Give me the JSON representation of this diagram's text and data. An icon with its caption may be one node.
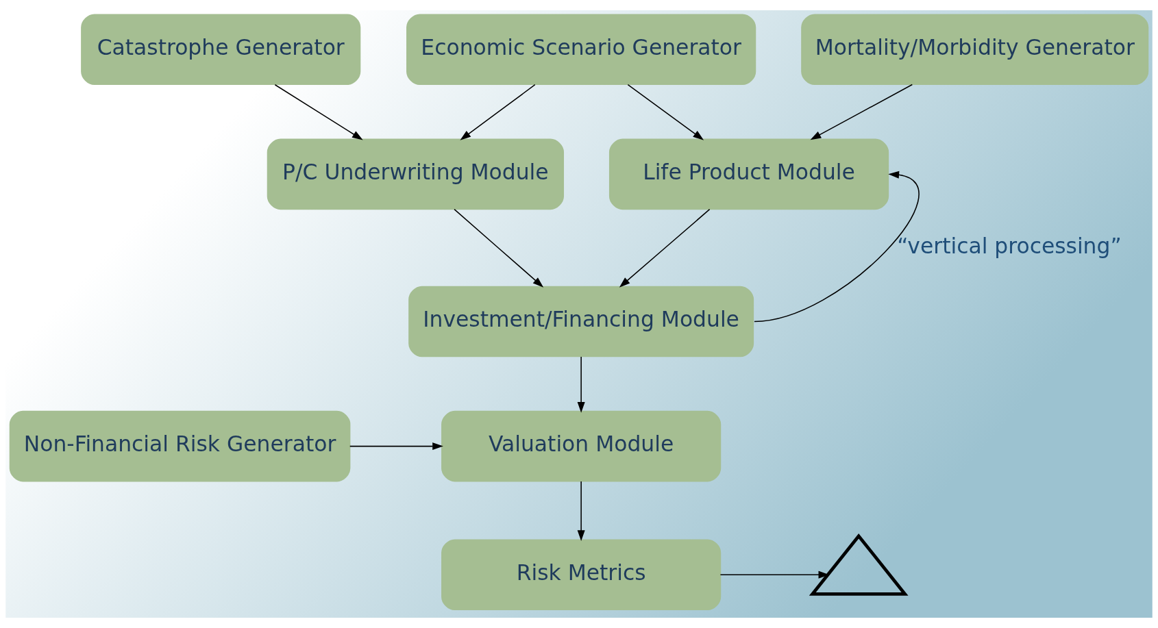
{
  "diagram": {
    "nodes": [
      {
        "text": [
          "Catastrophe Generator"
        ]
      },
      {
        "text": [
          "Economic Scenario Generator"
        ]
      },
      {
        "text": [
          "Mortality/Morbidity Generator"
        ]
      },
      {
        "text": [
          "P/C Underwriting Module"
        ]
      },
      {
        "text": [
          "Life Product Module"
        ]
      },
      {
        "text": [
          "Investment/Financing Module"
        ]
      },
      {
        "text": [
          "Non-Financial Risk Generator"
        ]
      },
      {
        "text": [
          "Valuation Module"
        ]
      },
      {
        "text": [
          "Risk Metrics"
        ]
      },
      {
        "text": [],
        "shape": "curve"
      }
    ],
    "edges": [
      {
        "from": 0,
        "to": 3,
        "arrow": "to"
      },
      {
        "from": 1,
        "to": 3,
        "arrow": "to"
      },
      {
        "from": 1,
        "to": 4,
        "arrow": "to"
      },
      {
        "from": 2,
        "to": 4,
        "arrow": "to"
      },
      {
        "from": 3,
        "to": 5,
        "arrow": "to"
      },
      {
        "from": 4,
        "to": 5,
        "arrow": "to"
      },
      {
        "from": 5,
        "to": 4,
        "arrow": "to",
        "label": "“vertical processing”"
      },
      {
        "from": 5,
        "to": 7,
        "arrow": "to"
      },
      {
        "from": 6,
        "to": 7,
        "arrow": "to"
      },
      {
        "from": 7,
        "to": 8,
        "arrow": "to"
      },
      {
        "from": 8,
        "to": 9,
        "arrow": "to"
      }
    ]
  }
}
